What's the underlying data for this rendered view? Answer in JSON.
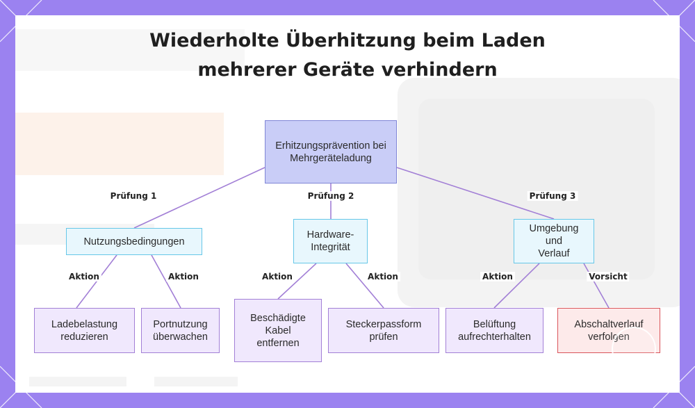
{
  "title": {
    "line1": "Wiederholte Überhitzung beim Laden",
    "line2": "mehrerer Geräte verhindern"
  },
  "nodes": {
    "root": "Erhitzungsprävention bei Mehrgeräteladung",
    "usage": "Nutzungsbedingungen",
    "hardware": "Hardware-Integrität",
    "environment": "Umgebung und Verlauf",
    "load": "Ladebelastung reduzieren",
    "ports": "Portnutzung überwachen",
    "cables": "Beschädigte Kabel entfernen",
    "plugs": "Steckerpassform prüfen",
    "airflow": "Belüftung aufrechterhalten",
    "shutdown": "Abschaltverlauf verfolgen"
  },
  "edge_labels": {
    "check1": "Prüfung 1",
    "check2": "Prüfung 2",
    "check3": "Prüfung 3",
    "usage_load": "Aktion",
    "usage_ports": "Aktion",
    "hw_cables": "Aktion",
    "hw_plugs": "Aktion",
    "env_airflow": "Aktion",
    "env_shutdown": "Vorsicht"
  },
  "colors": {
    "frame": "#9b82f0",
    "edge": "#a27fd6",
    "root_fill": "#c9cdf7",
    "mid_fill": "#e8f7fd",
    "leaf_fill": "#f0e8fd",
    "warn_fill": "#fdeaea",
    "warn_border": "#d9545a"
  }
}
